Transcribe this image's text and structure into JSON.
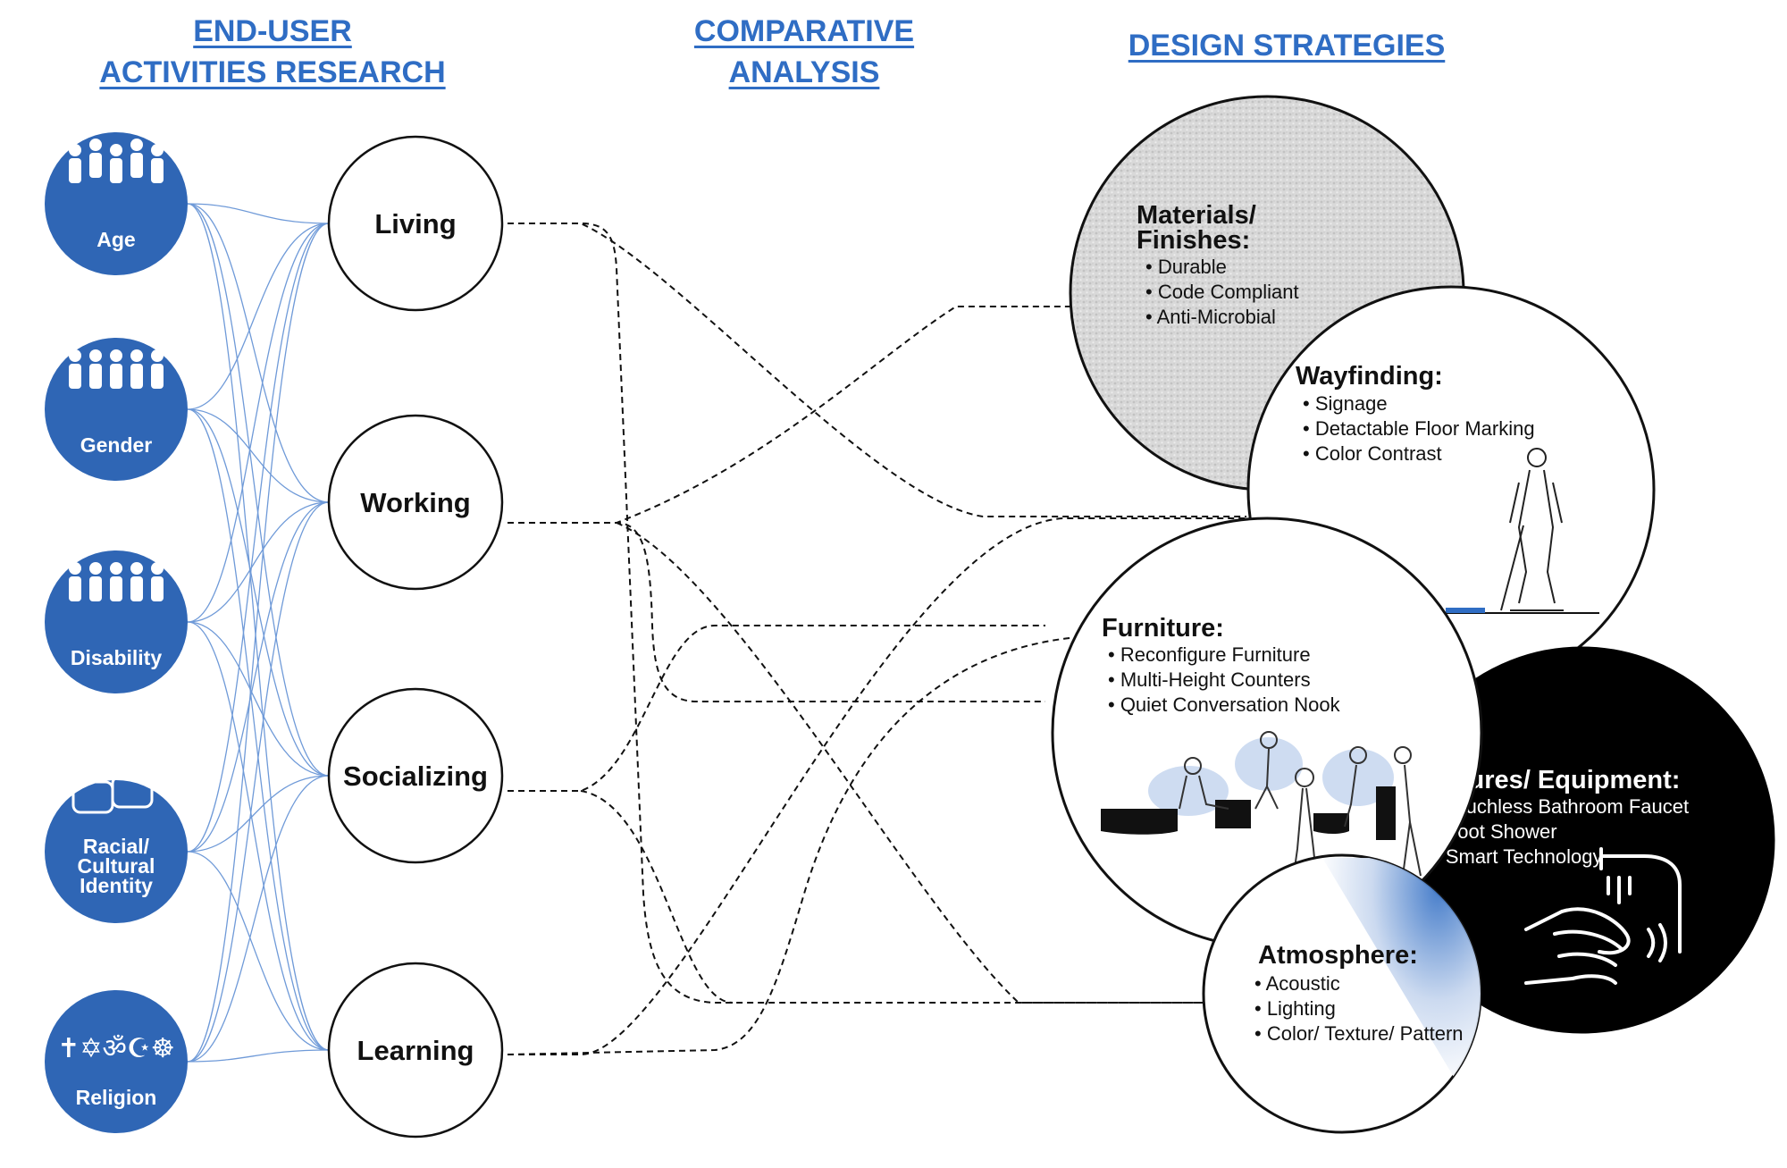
{
  "headers": {
    "col1_line1": "END-USER",
    "col1_line2": "ACTIVITIES RESEARCH",
    "col2_line1": "COMPARATIVE",
    "col2_line2": "ANALYSIS",
    "col3": "DESIGN STRATEGIES"
  },
  "users": [
    {
      "lines": [
        "Age"
      ],
      "icon": "family-icon"
    },
    {
      "lines": [
        "Gender"
      ],
      "icon": "people-icon"
    },
    {
      "lines": [
        "Disability"
      ],
      "icon": "accessibility-icon"
    },
    {
      "lines": [
        "Racial/",
        "Cultural",
        "Identity"
      ],
      "icon": "language-icon"
    },
    {
      "lines": [
        "Religion"
      ],
      "icon": "religion-symbols-icon",
      "symbols": "✝✡ॐ☪☸"
    }
  ],
  "activities": [
    "Living",
    "Working",
    "Socializing",
    "Learning"
  ],
  "strategies": {
    "materials": {
      "title_line1": "Materials/",
      "title_line2": "Finishes:",
      "items": [
        "Durable",
        "Code Compliant",
        "Anti-Microbial"
      ]
    },
    "wayfinding": {
      "title": "Wayfinding:",
      "items": [
        "Signage",
        "Detactable Floor Marking",
        "Color Contrast"
      ]
    },
    "furniture": {
      "title": "Furniture:",
      "items": [
        "Reconfigure Furniture",
        "Multi-Height Counters",
        "Quiet Conversation Nook"
      ]
    },
    "fixtures": {
      "title": "Fixtures/ Equipment:",
      "items": [
        "Touchless Bathroom Faucet",
        "Foot Shower",
        "Smart Technology"
      ]
    },
    "atmosphere": {
      "title": "Atmosphere:",
      "items": [
        "Acoustic",
        "Lighting",
        "Color/ Texture/ Pattern"
      ]
    }
  },
  "colors": {
    "accent": "#2f6dc4",
    "user_circle": "#2f66b5",
    "link_line": "#6f9ad8"
  }
}
